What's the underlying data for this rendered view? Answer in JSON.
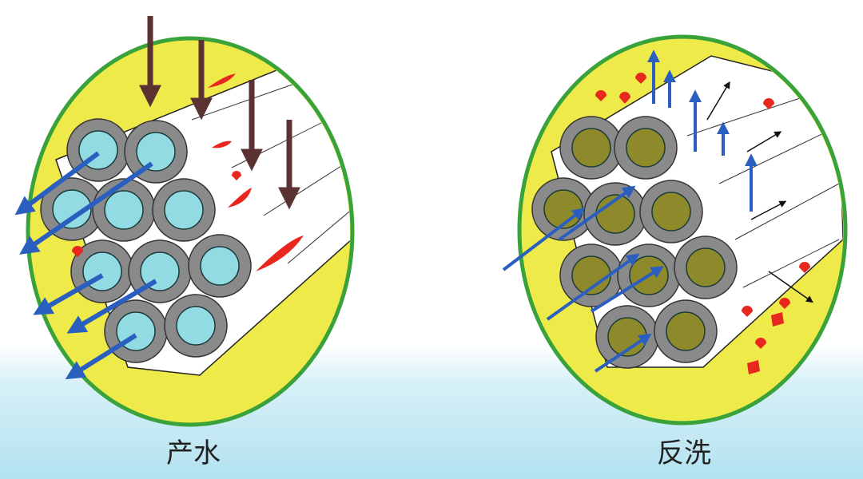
{
  "panels": [
    {
      "id": "production",
      "label": "产水",
      "fiber_core_color": "#93dbe3",
      "flow": "outward"
    },
    {
      "id": "backwash",
      "label": "反洗",
      "fiber_core_color": "#8e8a2c",
      "flow": "inward"
    }
  ],
  "colors": {
    "housing_fill": "#eeea4a",
    "housing_stroke": "#3aa23a",
    "fiber_shell": "#8a8a8a",
    "blue_arrow": "#2a5fbf",
    "brown_arrow": "#5a3232",
    "foulant": "#e8281e"
  }
}
